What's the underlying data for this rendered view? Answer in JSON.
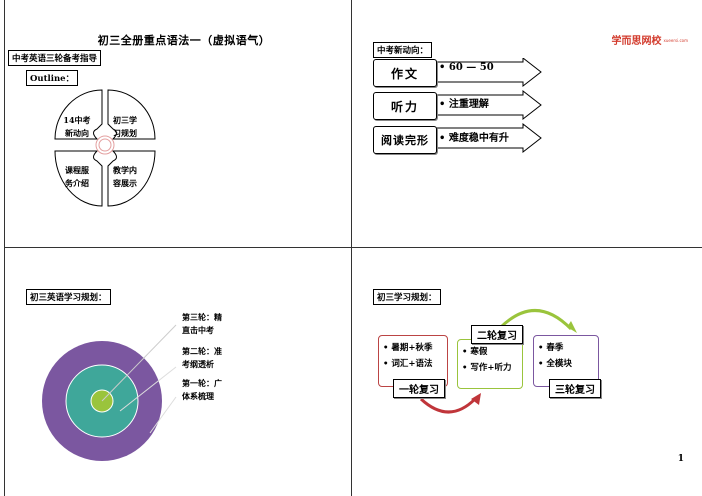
{
  "slide1": {
    "title": "初三全册重点语法一（虚拟语气）",
    "subtitle": "中考英语三轮备考指导",
    "outline_label": "Outline：",
    "quadrants": [
      "14中考\n新动向",
      "初三学\n习规划",
      "课程服\n务介绍",
      "教学内\n容展示"
    ]
  },
  "slide2": {
    "heading": "中考新动向：",
    "brand": "学而思网校",
    "brand_small": "xueersi.com",
    "rows": [
      {
        "label": "作文",
        "text": "• 60 — 50"
      },
      {
        "label": "听力",
        "text": "• 注重理解"
      },
      {
        "label": "阅读完形",
        "text": "• 难度稳中有升"
      }
    ],
    "colors": {
      "brand": "#d23a2c"
    }
  },
  "slide3": {
    "heading": "初三英语学习规划：",
    "rings": [
      {
        "label": "第三轮：精\n直击中考"
      },
      {
        "label": "第二轮：准\n考纲透析"
      },
      {
        "label": "第一轮：广\n体系梳理"
      }
    ],
    "colors": {
      "outer": "#7b57a0",
      "middle": "#3fa79a",
      "inner": "#9ac43c"
    }
  },
  "slide4": {
    "heading": "初三学习规划：",
    "boxes": [
      {
        "lines": [
          "• 暑期+秋季",
          "• 词汇+语法"
        ],
        "tag": "一轮复习"
      },
      {
        "lines": [
          "• 寒假",
          "• 写作+听力"
        ],
        "tag": "二轮复习"
      },
      {
        "lines": [
          "• 春季",
          "• 全模块"
        ],
        "tag": "三轮复习"
      }
    ],
    "page_number": "1"
  }
}
